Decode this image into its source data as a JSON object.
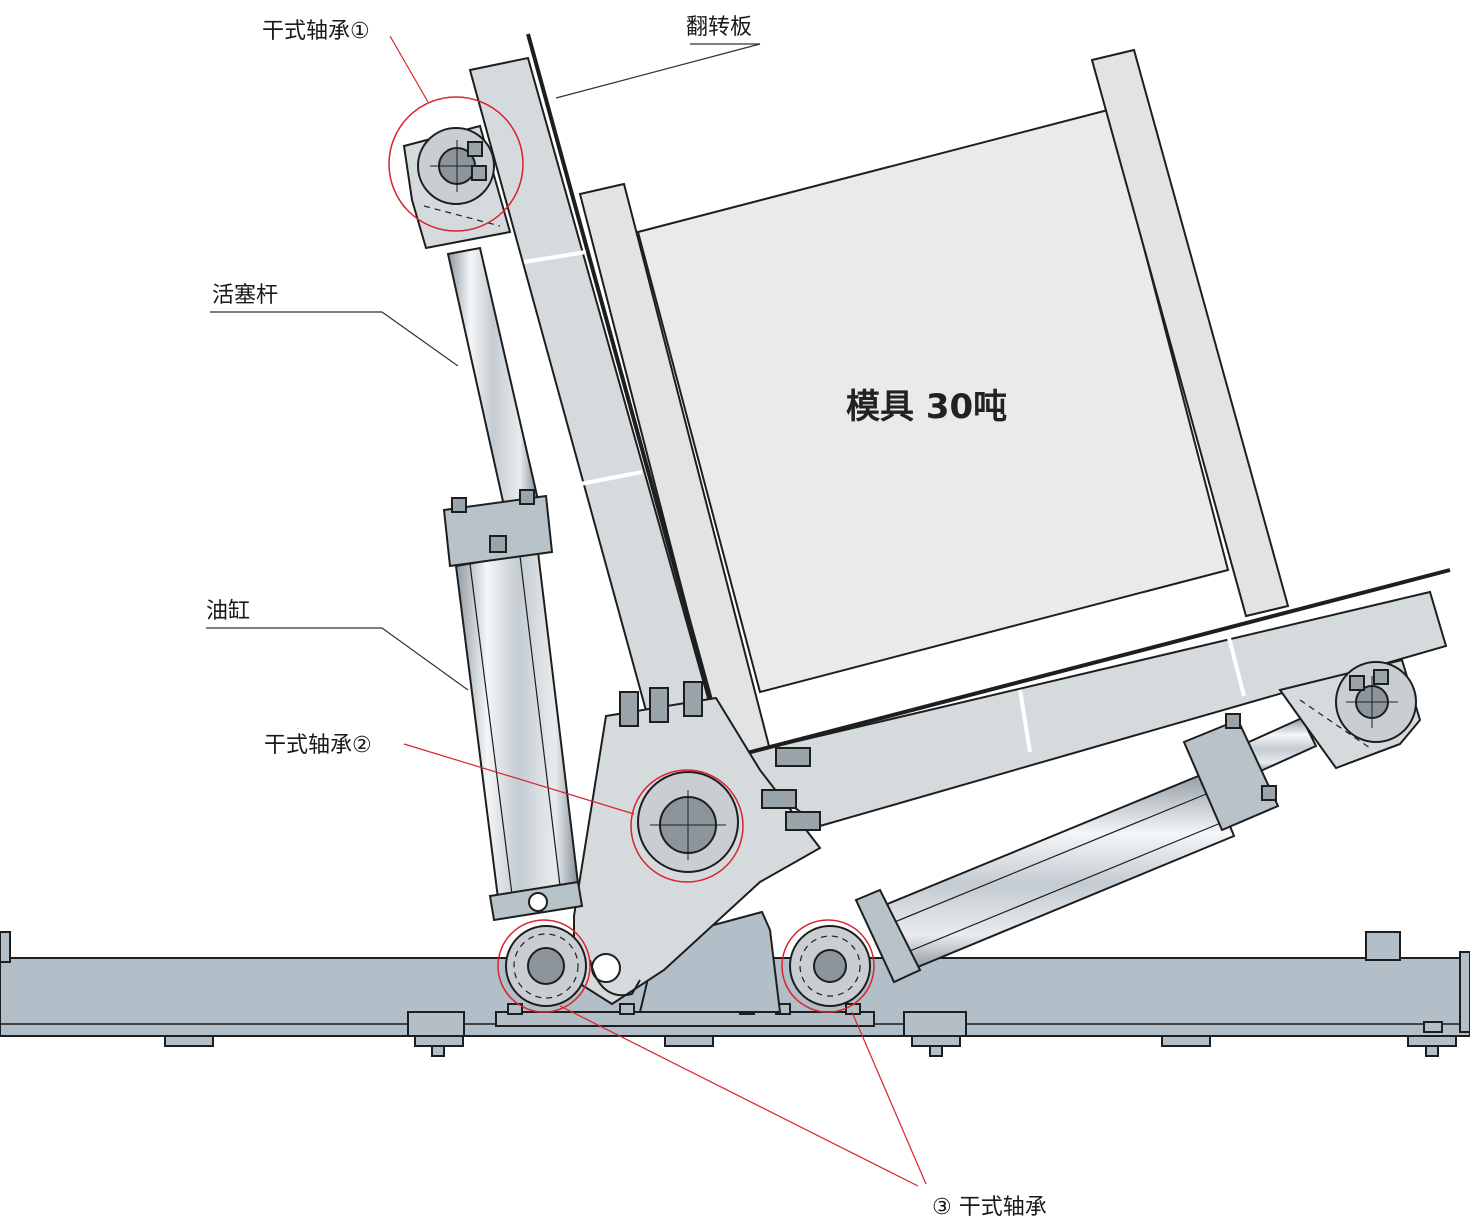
{
  "labels": {
    "bearing_1": "干式轴承①",
    "flip_plate": "翻转板",
    "piston_rod": "活塞杆",
    "oil_cylinder": "油缸",
    "bearing_2": "干式轴承②",
    "bearing_3": "③ 干式轴承",
    "mold": "模具 30吨"
  },
  "colors": {
    "steel": "#b2bfc8",
    "plate": "#d5dadd",
    "mold": "#e9eaeb",
    "outline": "#1e1e1e",
    "leader": "#333333",
    "highlight": "#d9232e"
  }
}
